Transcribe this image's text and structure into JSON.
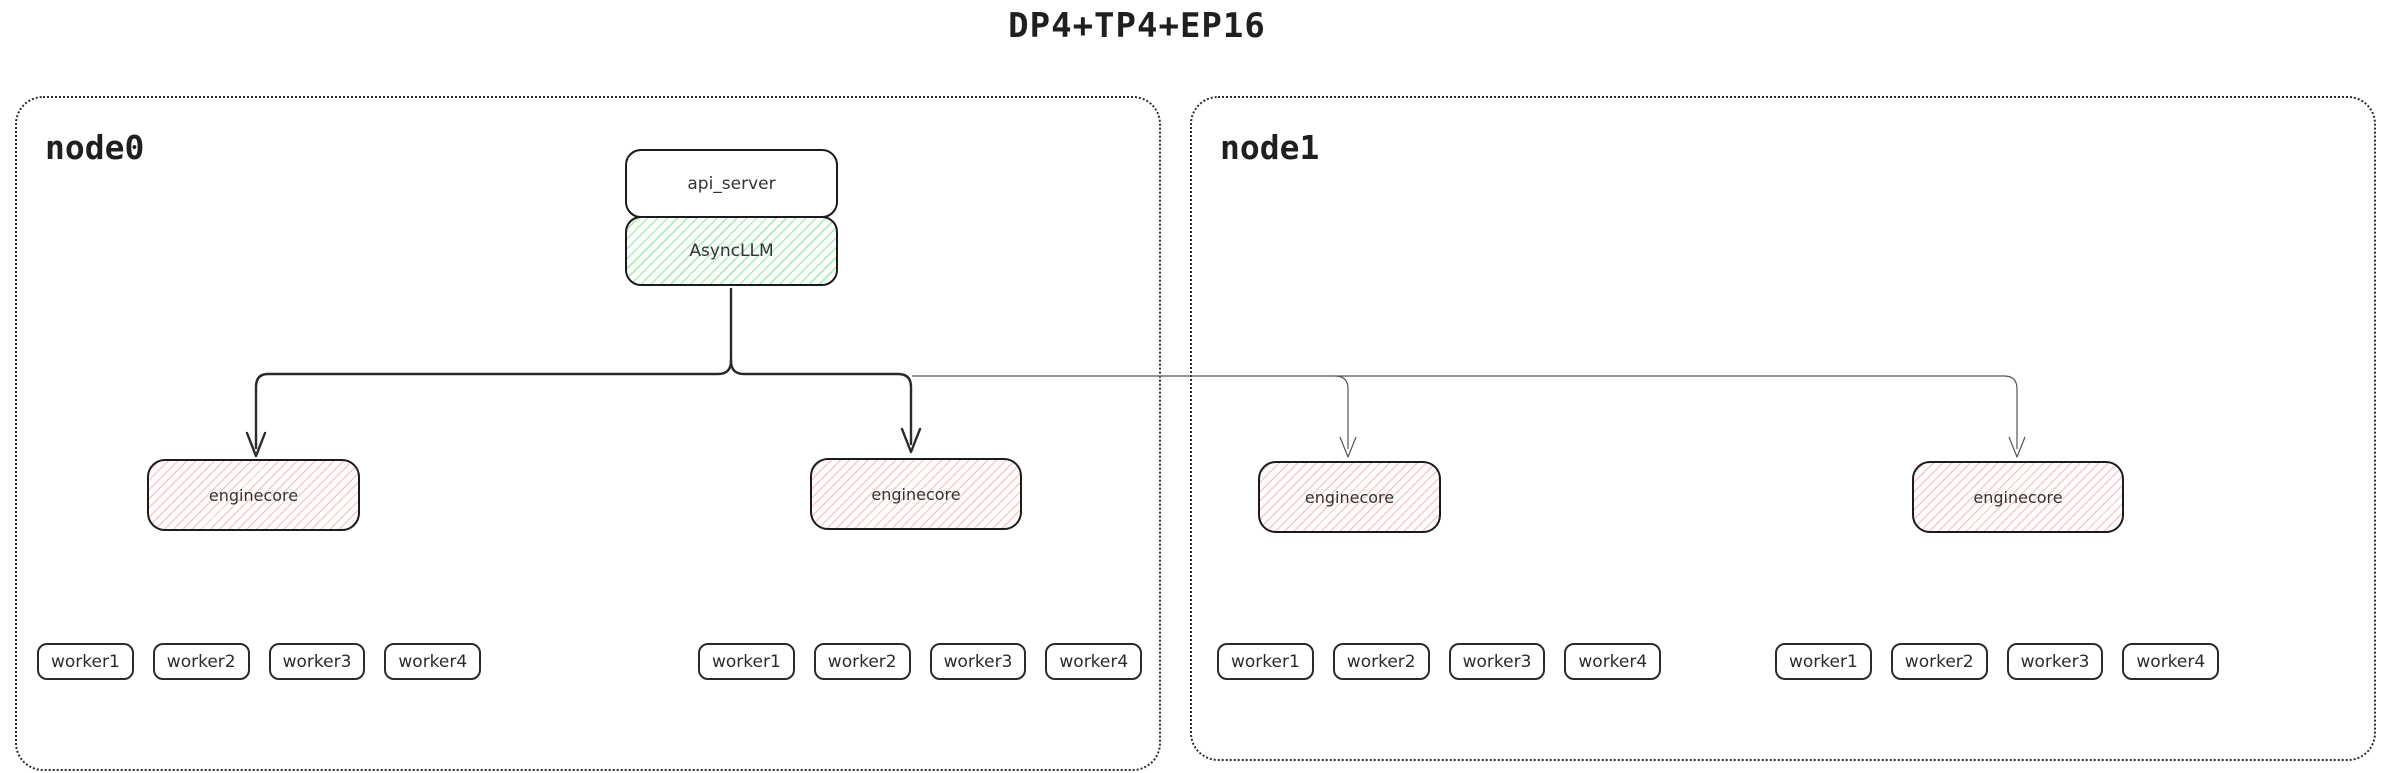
{
  "title": "DP4+TP4+EP16",
  "colors": {
    "green_hatch": "#8ee69a",
    "red_hatch": "#f3b0ab",
    "box_border": "#1b1b1b",
    "node_border": "#2e2e2e",
    "connector_primary": "#2a2a2a",
    "connector_secondary": "#555555"
  },
  "api_stack": {
    "api_server": "api_server",
    "async_llm": "AsyncLLM"
  },
  "nodes": [
    {
      "label": "node0",
      "enginecores": [
        "enginecore",
        "enginecore"
      ],
      "worker_groups": [
        [
          "worker1",
          "worker2",
          "worker3",
          "worker4"
        ],
        [
          "worker1",
          "worker2",
          "worker3",
          "worker4"
        ]
      ]
    },
    {
      "label": "node1",
      "enginecores": [
        "enginecore",
        "enginecore"
      ],
      "worker_groups": [
        [
          "worker1",
          "worker2",
          "worker3",
          "worker4"
        ],
        [
          "worker1",
          "worker2",
          "worker3",
          "worker4"
        ]
      ]
    }
  ]
}
